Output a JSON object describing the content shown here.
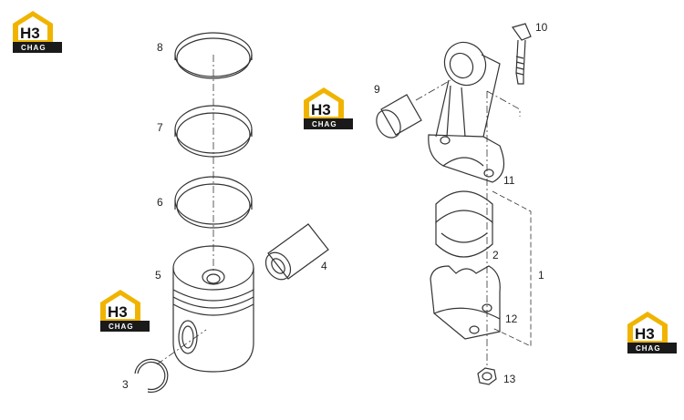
{
  "logo": {
    "mark": "H3",
    "sub": "CHAG",
    "accent": "#f0b400",
    "band": "#1a1a1a"
  },
  "callouts": {
    "c1": "1",
    "c2": "2",
    "c3": "3",
    "c4": "4",
    "c5": "5",
    "c6": "6",
    "c7": "7",
    "c8": "8",
    "c9": "9",
    "c10": "10",
    "c11": "11",
    "c12": "12",
    "c13": "13"
  }
}
